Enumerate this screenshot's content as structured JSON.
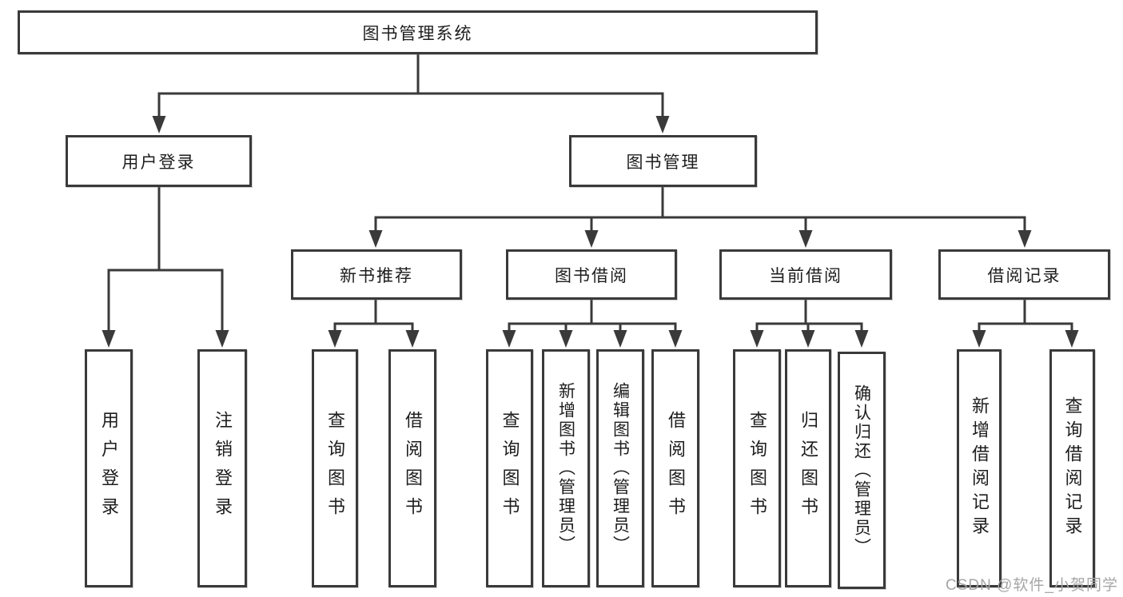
{
  "diagram": {
    "type": "hierarchy-tree",
    "root": {
      "label": "图书管理系统"
    },
    "branches": [
      {
        "label": "用户登录",
        "children": [
          {
            "label": "用户登录"
          },
          {
            "label": "注销登录"
          }
        ]
      },
      {
        "label": "图书管理",
        "children": [
          {
            "label": "新书推荐",
            "children": [
              {
                "label": "查询图书"
              },
              {
                "label": "借阅图书"
              }
            ]
          },
          {
            "label": "图书借阅",
            "children": [
              {
                "label": "查询图书"
              },
              {
                "label": "新增图书（管理员）"
              },
              {
                "label": "编辑图书（管理员）"
              },
              {
                "label": "借阅图书"
              }
            ]
          },
          {
            "label": "当前借阅",
            "children": [
              {
                "label": "查询图书"
              },
              {
                "label": "归还图书"
              },
              {
                "label": "确认归还（管理员）"
              }
            ]
          },
          {
            "label": "借阅记录",
            "children": [
              {
                "label": "新增借阅记录"
              },
              {
                "label": "查询借阅记录"
              }
            ]
          }
        ]
      }
    ]
  },
  "watermark": "CSDN @软件_小贺同学",
  "colors": {
    "line": "#3a3a3a",
    "box_border": "#3a3a3a",
    "text": "#1d1d1d",
    "watermark": "#a6a6a6",
    "background": "#ffffff"
  }
}
